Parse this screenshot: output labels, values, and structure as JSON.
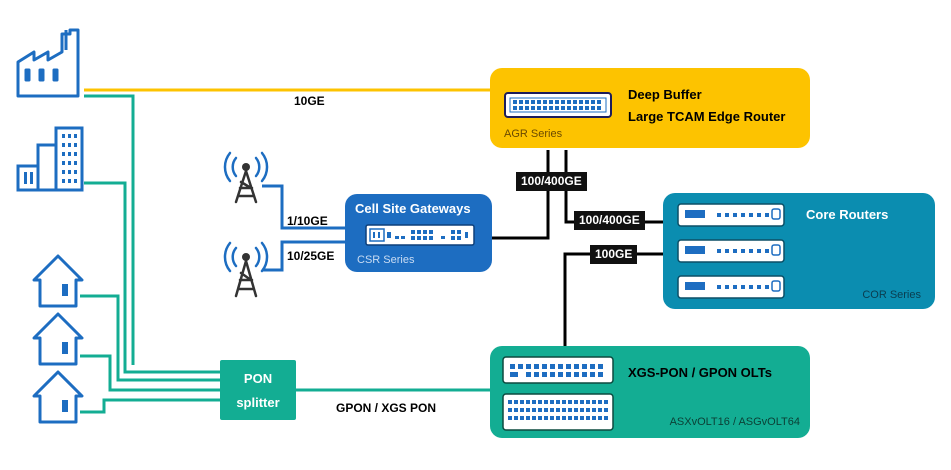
{
  "agr": {
    "title_line1": "Deep Buffer",
    "title_line2": "Large TCAM Edge Router",
    "series": "AGR Series",
    "color": "#fdc300"
  },
  "csr": {
    "title": "Cell Site Gateways",
    "series": "CSR Series",
    "color": "#1d6dc1"
  },
  "cor": {
    "title": "Core Routers",
    "series": "COR Series",
    "color": "#0b8db0"
  },
  "olt": {
    "title": "XGS-PON / GPON OLTs",
    "series": "ASXvOLT16 / ASGvOLT64",
    "color": "#13ad93"
  },
  "pon": {
    "line1": "PON",
    "line2": "splitter",
    "color": "#13ad93"
  },
  "links": {
    "agr_10ge": "10GE",
    "cell_1_10ge": "1/10GE",
    "cell_10_25ge": "10/25GE",
    "agr_csr": "100/400GE",
    "agr_cor": "100/400GE",
    "cor_olt": "100GE",
    "pon_olt": "GPON / XGS PON"
  },
  "colors": {
    "yellow_line": "#fdc300",
    "teal_line": "#13ad93",
    "blue_line": "#1d6dc1",
    "black_line": "#000000",
    "icon_blue": "#1d6dc1"
  }
}
